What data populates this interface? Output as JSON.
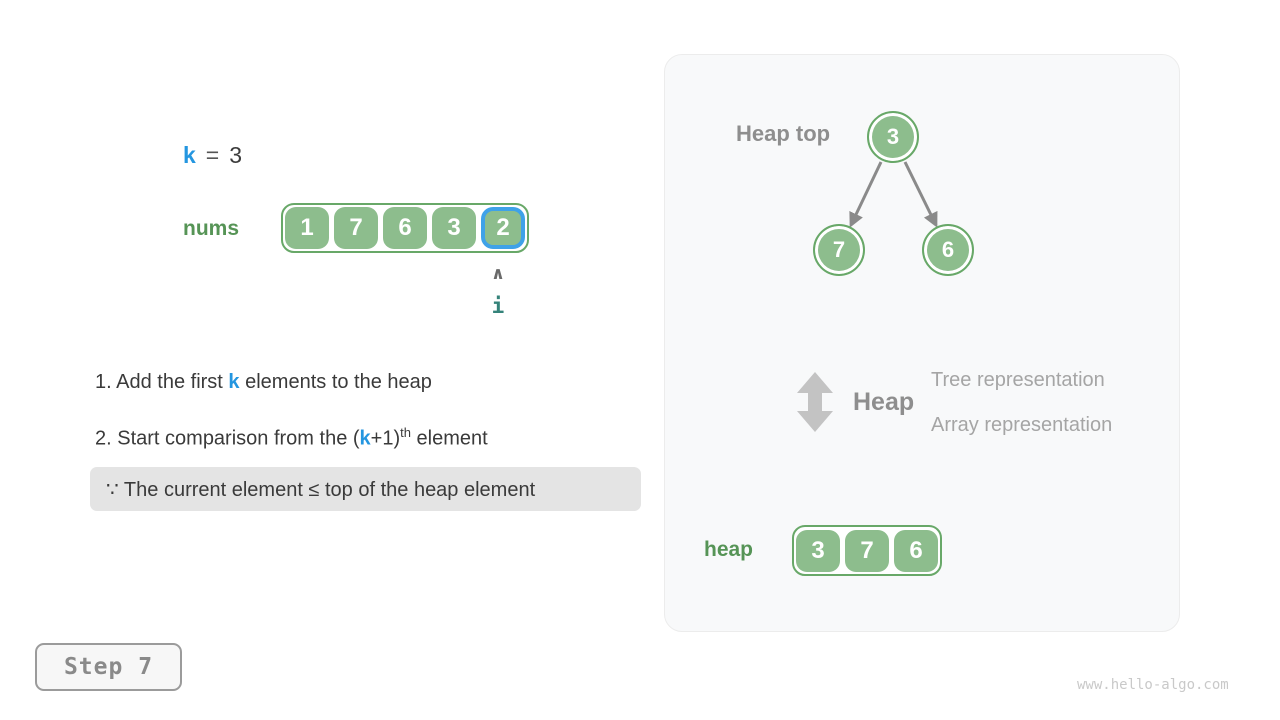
{
  "colors": {
    "accent_blue": "#2496e0",
    "cell_green_fill": "#8dbd8d",
    "cell_green_border": "#68a868",
    "label_green": "#569456",
    "pointer_teal": "#35837a",
    "highlight_blue_border": "#3fa2e8",
    "note_background": "#e4e4e4",
    "panel_background": "#f8f9fa",
    "muted_gray": "#8e8e8e",
    "edge_gray": "#8a8a8a"
  },
  "variables": {
    "k_label": "k",
    "equals_sign": "=",
    "k_value": "3"
  },
  "nums_array": {
    "label": "nums",
    "values": [
      "1",
      "7",
      "6",
      "3",
      "2"
    ],
    "highlighted_index": 4,
    "pointer_caret": "∧",
    "pointer_label": "i"
  },
  "steps_text": {
    "line1_prefix": "1. Add the first ",
    "line1_k": "k",
    "line1_suffix": " elements to the heap",
    "line2_prefix": "2. Start comparison from the (",
    "line2_k": "k",
    "line2_mid": "+1)",
    "line2_sup": "th",
    "line2_suffix": " element",
    "note": "∵ The current element ≤ top of the heap element"
  },
  "heap_panel": {
    "heap_top_label": "Heap top",
    "tree_nodes": [
      {
        "value": "3",
        "role": "root"
      },
      {
        "value": "7",
        "role": "left-child"
      },
      {
        "value": "6",
        "role": "right-child"
      }
    ],
    "heap_word": "Heap",
    "representations": {
      "tree": "Tree representation",
      "array": "Array representation"
    },
    "heap_array": {
      "label": "heap",
      "values": [
        "3",
        "7",
        "6"
      ]
    }
  },
  "footer": {
    "step_label": "Step 7",
    "watermark": "www.hello-algo.com"
  }
}
